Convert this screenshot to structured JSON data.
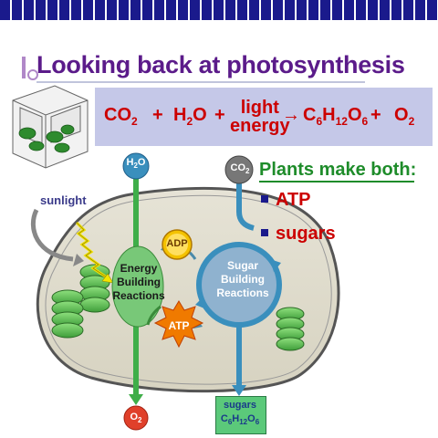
{
  "title": "Looking back at photosynthesis",
  "equation": {
    "co2": "CO",
    "co2_sub": "2",
    "plus1": "+",
    "h2o_h": "H",
    "h2o_sub": "2",
    "h2o_o": "O",
    "plus2": "+",
    "light_line1": "light",
    "light_line2": "energy",
    "arrow": "→",
    "glucose": [
      "C",
      "6",
      "H",
      "12",
      "O",
      "6"
    ],
    "plus3": "+",
    "o2": "O",
    "o2_sub": "2"
  },
  "plants_make": {
    "heading": "Plants make both:",
    "items": [
      "ATP",
      "sugars"
    ]
  },
  "diagram": {
    "sunlight": "sunlight",
    "h2o": "H",
    "h2o_sub": "2",
    "h2o_o": "O",
    "co2": "CO",
    "co2_sub": "2",
    "o2": "O",
    "o2_sub": "2",
    "energy_building": "Energy Building Reactions",
    "sugar_building": "Sugar Building Reactions",
    "adp": "ADP",
    "atp": "ATP",
    "sugars": "sugars",
    "sugars_formula": [
      "C",
      "6",
      "H",
      "12",
      "O",
      "6"
    ]
  },
  "colors": {
    "title": "#5b1b8a",
    "equation_bg": "#c5c8e8",
    "equation_text": "#cc0000",
    "heading_green": "#1e8c2a",
    "bullet_red": "#cc0000",
    "blue_path": "#3a8fbd",
    "green_path": "#3fae49"
  }
}
